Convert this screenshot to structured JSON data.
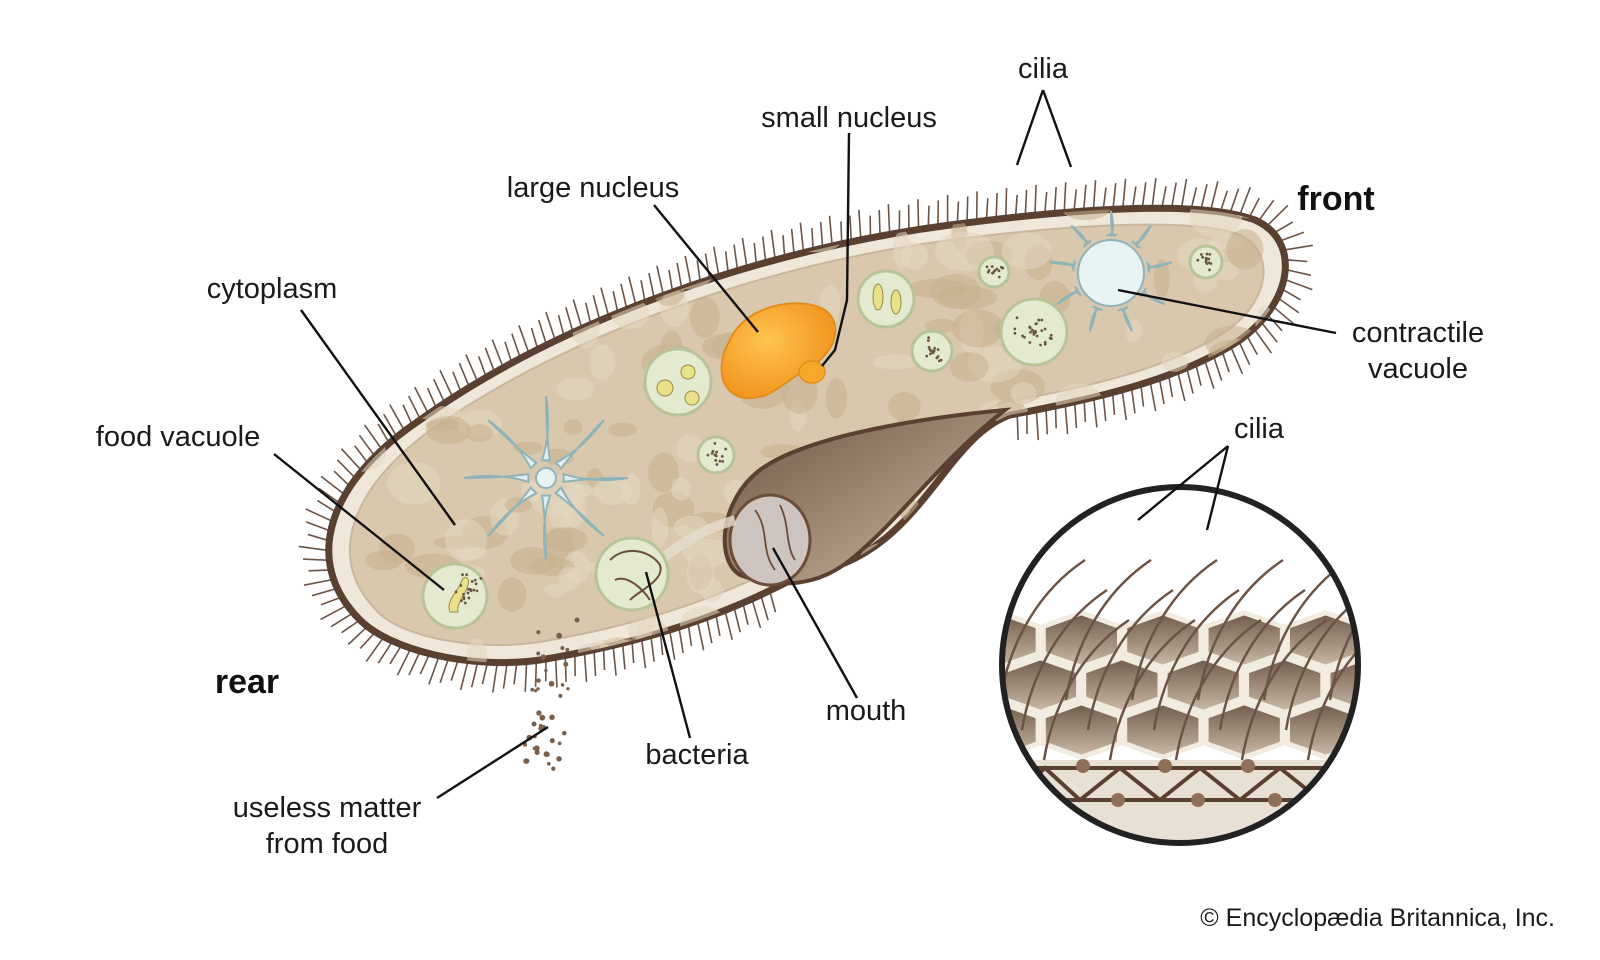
{
  "labels": {
    "cilia_top": "cilia",
    "small_nucleus": "small nucleus",
    "large_nucleus": "large nucleus",
    "front": "front",
    "cytoplasm": "cytoplasm",
    "contractile_vacuole_1": "contractile",
    "contractile_vacuole_2": "vacuole",
    "food_vacuole": "food vacuole",
    "cilia_inset": "cilia",
    "rear": "rear",
    "mouth": "mouth",
    "bacteria": "bacteria",
    "useless_matter_1": "useless matter",
    "useless_matter_2": "from food"
  },
  "credit": "© Encyclopædia Britannica, Inc.",
  "colors": {
    "body_fill": "#d9c8ad",
    "body_outline": "#5a4030",
    "pellicle": "#efe7d9",
    "large_nucleus": "#f6a82a",
    "vacuole_fill": "#e3ead0",
    "contractile": "#e8f3f4"
  }
}
